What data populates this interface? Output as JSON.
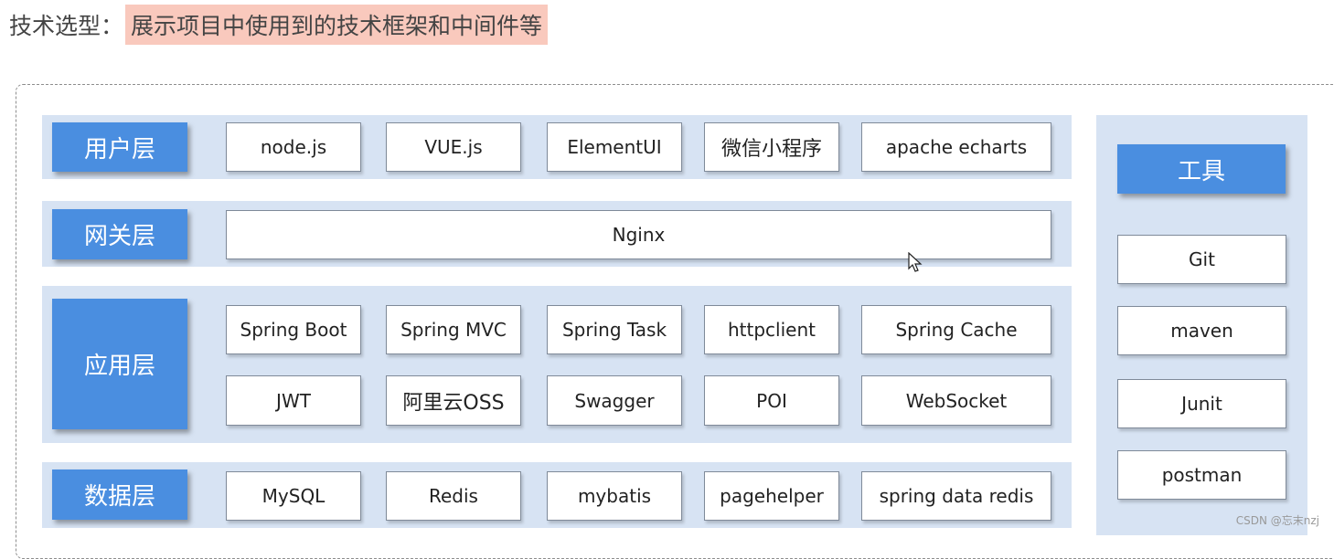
{
  "heading": {
    "label": "技术选型：",
    "highlight": "展示项目中使用到的技术框架和中间件等"
  },
  "layers": {
    "user": {
      "label": "用户层",
      "items": [
        "node.js",
        "VUE.js",
        "ElementUI",
        "微信小程序",
        "apache echarts"
      ]
    },
    "gateway": {
      "label": "网关层",
      "items": [
        "Nginx"
      ]
    },
    "application": {
      "label": "应用层",
      "row1": [
        "Spring Boot",
        "Spring MVC",
        "Spring Task",
        "httpclient",
        "Spring Cache"
      ],
      "row2": [
        "JWT",
        "阿里云OSS",
        "Swagger",
        "POI",
        "WebSocket"
      ]
    },
    "data": {
      "label": "数据层",
      "items": [
        "MySQL",
        "Redis",
        "mybatis",
        "pagehelper",
        "spring data redis"
      ]
    }
  },
  "tools": {
    "label": "工具",
    "items": [
      "Git",
      "maven",
      "Junit",
      "postman"
    ]
  },
  "watermark": "CSDN @忘末nzj",
  "colors": {
    "layer_bg": "#d7e3f3",
    "label_bg": "#4a8ee0",
    "highlight_bg": "#f9c9bd"
  }
}
